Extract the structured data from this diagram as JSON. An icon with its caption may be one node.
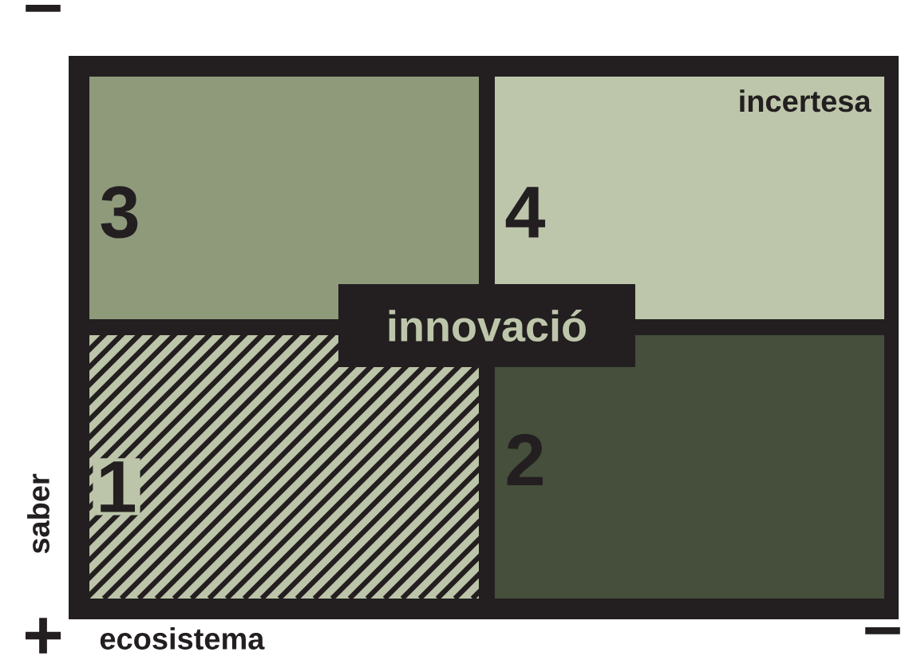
{
  "diagram": {
    "nodes": [
      {
        "text": [
          "3"
        ]
      },
      {
        "text": [
          "4",
          "incertesa"
        ]
      },
      {
        "text": [
          "innovació"
        ]
      },
      {
        "text": [
          "1"
        ]
      },
      {
        "text": [
          "2"
        ]
      }
    ],
    "labels": [
      "–",
      "saber",
      "+",
      "ecosistema",
      "–"
    ]
  }
}
